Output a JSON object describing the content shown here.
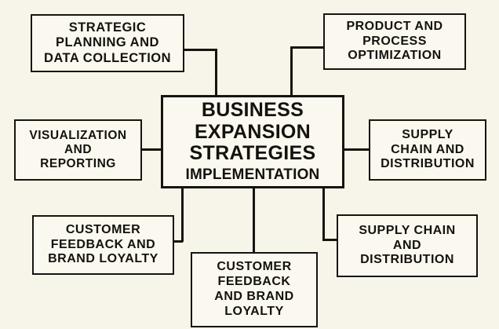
{
  "diagram": {
    "type": "hub-and-spoke-flowchart",
    "background_color": "#f7f4ea",
    "line_color": "#16140f",
    "box_fill_color": "#faf8ef",
    "center": {
      "title": "BUSINESS\nEXPANSION\nSTRATEGIES",
      "subtitle": "IMPLEMENTATION"
    },
    "nodes": [
      {
        "id": "strategic",
        "text": "STRATEGIC\nPLANNING AND\nDATA COLLECTION",
        "position": "top-left"
      },
      {
        "id": "product",
        "text": "PRODUCT AND\nPROCESS\nOPTIMIZATION",
        "position": "top-right"
      },
      {
        "id": "visualization",
        "text": "VISUALIZATION\nAND\nREPORTING",
        "position": "left"
      },
      {
        "id": "supply-right",
        "text": "SUPPLY\nCHAIN AND\nDISTRIBUTION",
        "position": "right"
      },
      {
        "id": "customer-left",
        "text": "CUSTOMER\nFEEDBACK AND\nBRAND LOYALTY",
        "position": "bottom-left"
      },
      {
        "id": "customer-bottom",
        "text": "CUSTOMER\nFEEDBACK\nAND BRAND\nLOYALTY",
        "position": "bottom-center"
      },
      {
        "id": "supply-bottom",
        "text": "SUPPLY CHAIN\nAND\nDISTRIBUTION",
        "position": "bottom-right"
      }
    ]
  }
}
